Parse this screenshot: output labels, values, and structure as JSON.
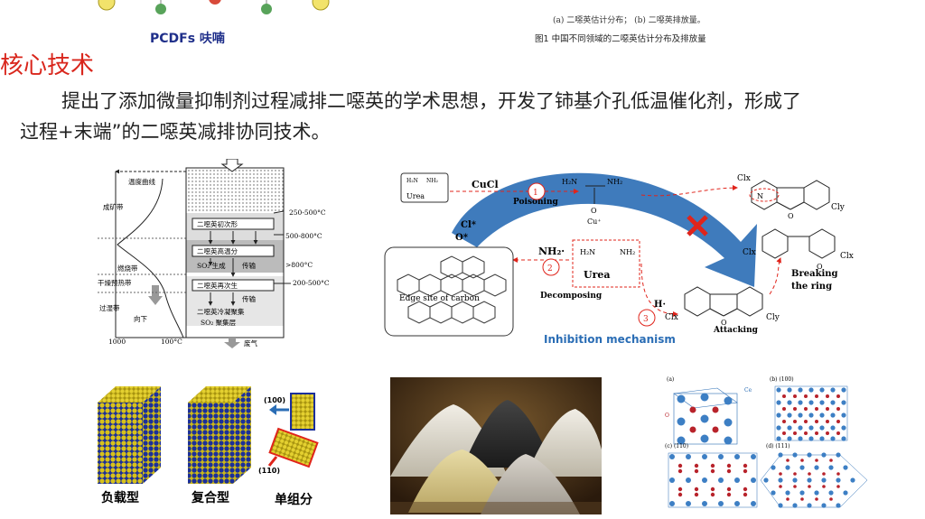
{
  "top_left": {
    "label": "PCDFs 呋喃"
  },
  "top_right": {
    "subcaption": "(a)  二噁英估计分布；  (b)  二噁英排放量。",
    "caption": "图1   中国不同领域的二噁英估计分布及排放量"
  },
  "section": {
    "title": "核心技术"
  },
  "paragraph": {
    "line1": "提出了添加微量抑制剂过程减排二噁英的学术思想，开发了铈基介孔低温催化剂，形成了",
    "line2": "过程+末端”的二噁英减排协同技术。"
  },
  "sinter_diagram": {
    "temp_curve": "温度曲线",
    "zones": [
      "成矿带",
      "燃烧带",
      "干燥预热带",
      "过湿带"
    ],
    "downward": "向下",
    "axis_left": "1000",
    "axis_right": "100°C",
    "boxes": [
      "二噁英初次形",
      "二噁英高温分",
      "SO₂ 生成",
      "传输",
      "二噁英再次生",
      "传输",
      "二噁英冷凝聚集",
      "SO₂ 聚集层"
    ],
    "temps": [
      "250-500°C",
      "500-800°C",
      ">800°C",
      "200-500°C"
    ],
    "exhaust": "废气"
  },
  "mechanism": {
    "urea_box": "Urea",
    "cucl": "CuCl",
    "poisoning": "Poisoning",
    "cl": "Cl*",
    "o": "O*",
    "cu": "Cu⁺",
    "nh2": "NH₂·",
    "decomposing": "Decomposing",
    "urea2": "Urea",
    "edge": "Edge site of carbon",
    "h": "H·",
    "attacking": "Attacking",
    "breaking": "Breaking",
    "the_ring": "the  ring",
    "clx": "Clx",
    "cly": "Cly",
    "title": "Inhibition mechanism",
    "n1": "1",
    "n2": "2",
    "n3": "3",
    "h2n": "H₂N",
    "nh2b": "NH₂",
    "o_atom": "O",
    "n_atom": "N"
  },
  "catalysts": {
    "labels": [
      "负载型",
      "复合型",
      "单组分"
    ],
    "dims": [
      "(100)",
      "(110)"
    ]
  },
  "crystal": {
    "labels": [
      "(a)",
      "(b) (100)",
      "(c) (110)",
      "(d) (111)"
    ],
    "ce": "Ce",
    "o": "O"
  },
  "colors": {
    "accent": "#d9261c",
    "mech_blue": "#2a6db5",
    "arrow_red": "#e0241b",
    "yellow": "#d8c21a",
    "navy": "#1f2f8a"
  }
}
